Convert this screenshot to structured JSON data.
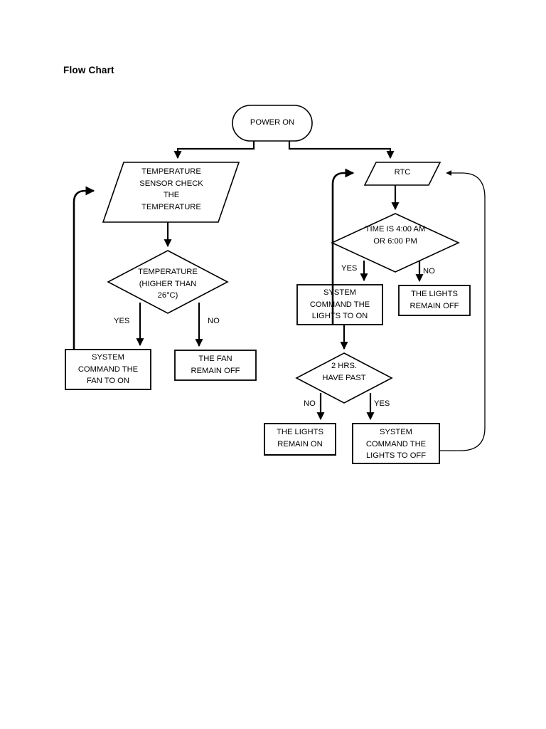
{
  "page": {
    "title": "Flow Chart",
    "background_color": "#ffffff",
    "stroke_color": "#000000",
    "text_color": "#000000"
  },
  "chart_data": {
    "type": "diagram",
    "diagram_kind": "flowchart",
    "title": "Flow Chart",
    "orientation": "top-down",
    "nodes": [
      {
        "id": "power_on",
        "shape": "stadium",
        "text": "POWER ON"
      },
      {
        "id": "temp_sensor",
        "shape": "parallelogram",
        "text": "TEMPERATURE\nSENSOR CHECK\nTHE\nTEMPERATURE"
      },
      {
        "id": "temp_decision",
        "shape": "diamond",
        "text": "TEMPERATURE\n(HIGHER THAN\n26°C)"
      },
      {
        "id": "fan_on",
        "shape": "rectangle",
        "text": "SYSTEM\nCOMMAND THE\nFAN TO ON"
      },
      {
        "id": "fan_off",
        "shape": "rectangle",
        "text": "THE FAN\nREMAIN OFF"
      },
      {
        "id": "rtc",
        "shape": "parallelogram",
        "text": "RTC"
      },
      {
        "id": "time_decision",
        "shape": "diamond",
        "text": "TIME IS 4:00 AM\nOR 6:00 PM"
      },
      {
        "id": "lights_on",
        "shape": "rectangle",
        "text": "SYSTEM\nCOMMAND THE\nLIGHTS TO ON"
      },
      {
        "id": "lights_remain_off",
        "shape": "rectangle",
        "text": "THE LIGHTS\nREMAIN OFF"
      },
      {
        "id": "two_hrs_decision",
        "shape": "diamond",
        "text": "2 HRS.\nHAVE PAST"
      },
      {
        "id": "lights_remain_on",
        "shape": "rectangle",
        "text": "THE LIGHTS\nREMAIN ON"
      },
      {
        "id": "lights_off",
        "shape": "rectangle",
        "text": "SYSTEM\nCOMMAND THE\nLIGHTS TO OFF"
      }
    ],
    "edges": [
      {
        "from": "power_on",
        "to": "temp_sensor",
        "label": ""
      },
      {
        "from": "power_on",
        "to": "rtc",
        "label": ""
      },
      {
        "from": "temp_sensor",
        "to": "temp_decision",
        "label": ""
      },
      {
        "from": "temp_decision",
        "to": "fan_on",
        "label": "YES"
      },
      {
        "from": "temp_decision",
        "to": "fan_off",
        "label": "NO"
      },
      {
        "from": "fan_on",
        "to": "temp_sensor",
        "label": ""
      },
      {
        "from": "rtc",
        "to": "time_decision",
        "label": ""
      },
      {
        "from": "time_decision",
        "to": "lights_on",
        "label": "YES"
      },
      {
        "from": "time_decision",
        "to": "lights_remain_off",
        "label": "NO"
      },
      {
        "from": "lights_on",
        "to": "rtc",
        "label": ""
      },
      {
        "from": "lights_on",
        "to": "two_hrs_decision",
        "label": ""
      },
      {
        "from": "two_hrs_decision",
        "to": "lights_remain_on",
        "label": "NO"
      },
      {
        "from": "two_hrs_decision",
        "to": "lights_off",
        "label": "YES"
      },
      {
        "from": "lights_off",
        "to": "rtc",
        "label": ""
      }
    ]
  },
  "labels": {
    "node_power_on": "POWER ON",
    "node_temp_sensor": "TEMPERATURE\nSENSOR CHECK\nTHE\nTEMPERATURE",
    "node_temp_decision": "TEMPERATURE\n(HIGHER THAN\n26°C)",
    "node_fan_on": "SYSTEM\nCOMMAND THE\nFAN TO ON",
    "node_fan_off": "THE FAN\nREMAIN OFF",
    "node_rtc": "RTC",
    "node_time_decision": "TIME IS 4:00 AM\nOR 6:00 PM",
    "node_lights_on": "SYSTEM\nCOMMAND THE\nLIGHTS TO ON",
    "node_lights_remain_off": "THE LIGHTS\nREMAIN OFF",
    "node_two_hrs_decision": "2 HRS.\nHAVE PAST",
    "node_lights_remain_on": "THE LIGHTS\nREMAIN ON",
    "node_lights_off": "SYSTEM\nCOMMAND THE\nLIGHTS TO OFF",
    "edge_temp_yes": "YES",
    "edge_temp_no": "NO",
    "edge_time_yes": "YES",
    "edge_time_no": "NO",
    "edge_two_hrs_no": "NO",
    "edge_two_hrs_yes": "YES"
  }
}
